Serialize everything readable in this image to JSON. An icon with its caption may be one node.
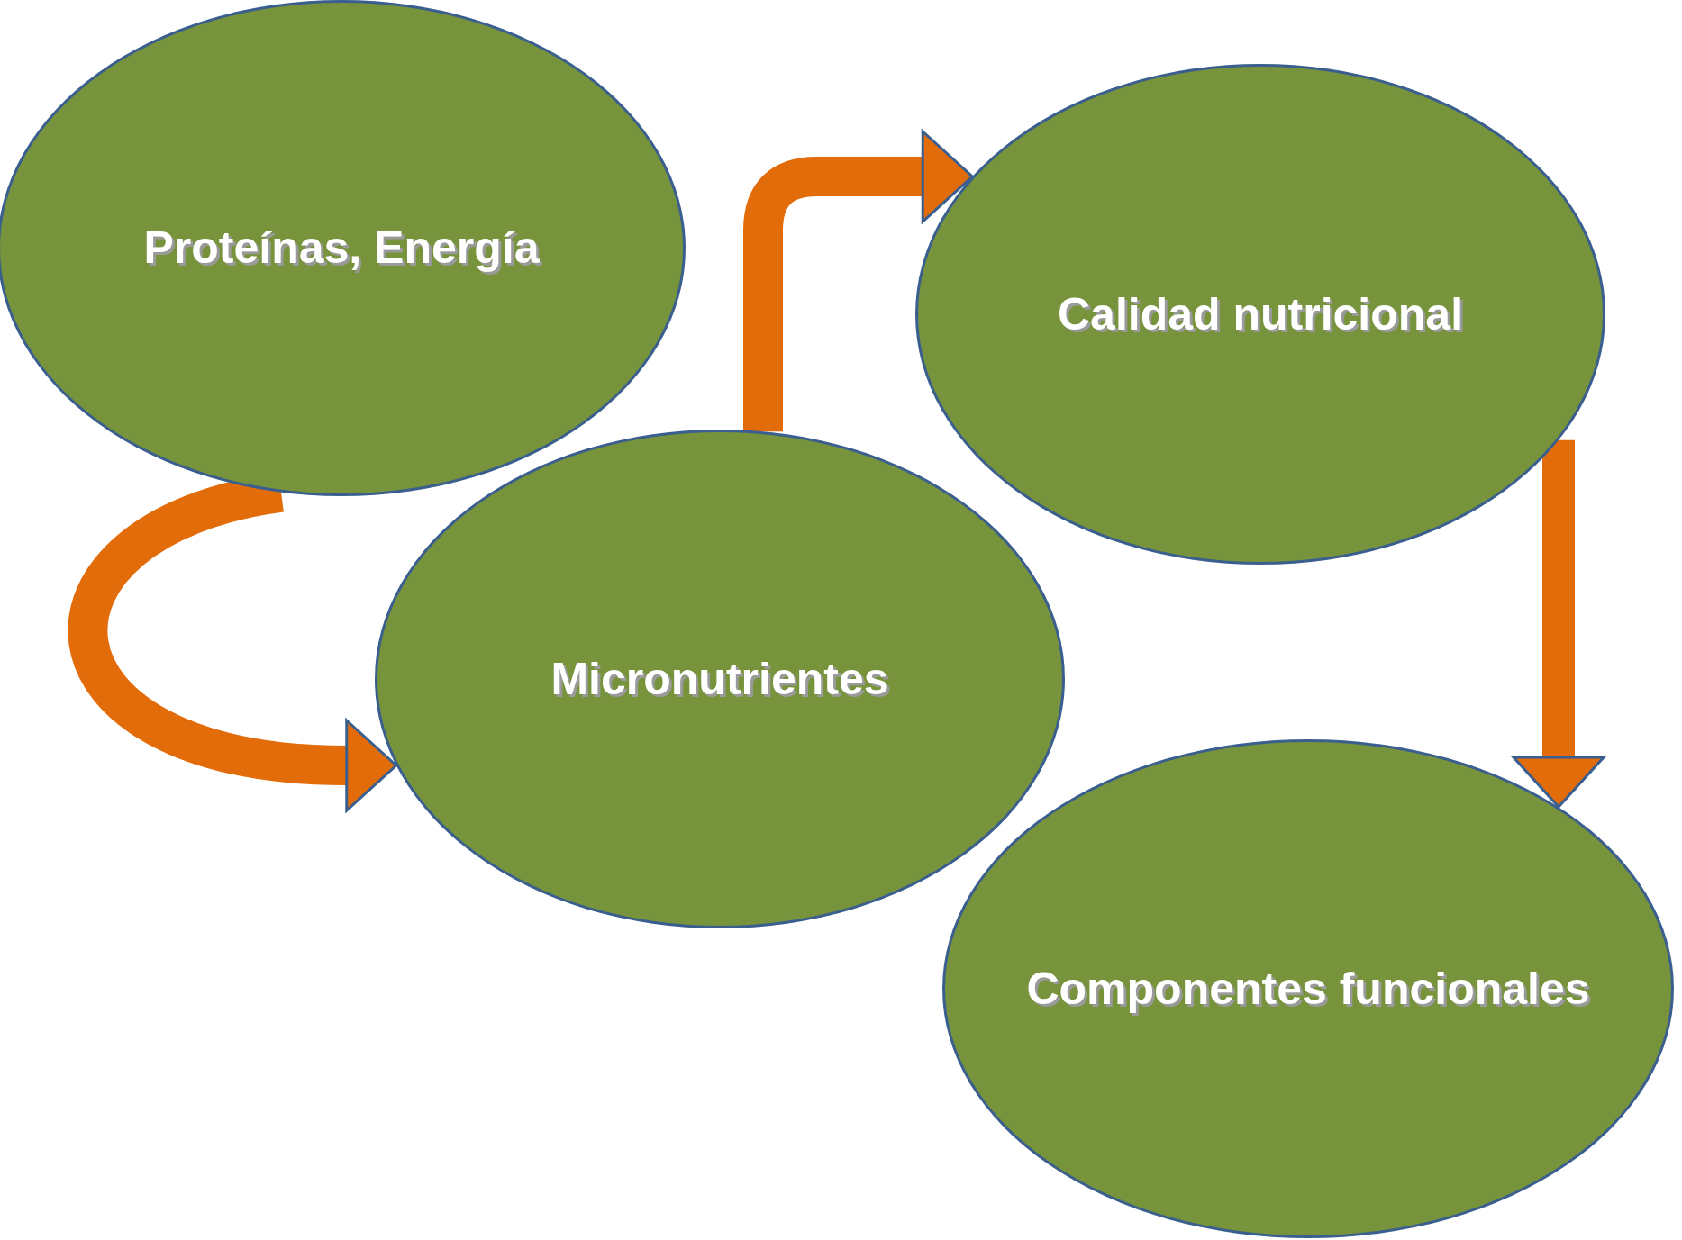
{
  "diagram": {
    "nodes": [
      {
        "text": [
          "Proteínas, Energía"
        ]
      },
      {
        "text": [
          "Micronutrientes"
        ]
      },
      {
        "text": [
          "Calidad nutricional"
        ]
      },
      {
        "text": [
          "Componentes funcionales"
        ]
      }
    ],
    "edges": [
      {
        "from": 0,
        "to": 1,
        "arrow": "to"
      },
      {
        "from": 1,
        "to": 2,
        "arrow": "to"
      },
      {
        "from": 2,
        "to": 3,
        "arrow": "to"
      }
    ]
  }
}
